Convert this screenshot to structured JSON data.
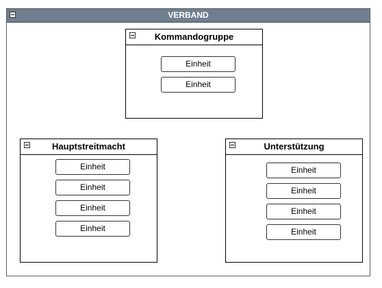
{
  "root": {
    "title": "VERBAND"
  },
  "groups": {
    "kommandogruppe": {
      "title": "Kommandogruppe",
      "units": [
        "Einheit",
        "Einheit"
      ]
    },
    "hauptstreitmacht": {
      "title": "Hauptstreitmacht",
      "units": [
        "Einheit",
        "Einheit",
        "Einheit",
        "Einheit"
      ]
    },
    "unterstuetzung": {
      "title": "Unterstützung",
      "units": [
        "Einheit",
        "Einheit",
        "Einheit",
        "Einheit"
      ]
    }
  },
  "colors": {
    "header_background": "#6f7f8f",
    "header_text": "#ffffff",
    "border": "#000000"
  },
  "icons": {
    "collapse": "collapse-icon"
  }
}
